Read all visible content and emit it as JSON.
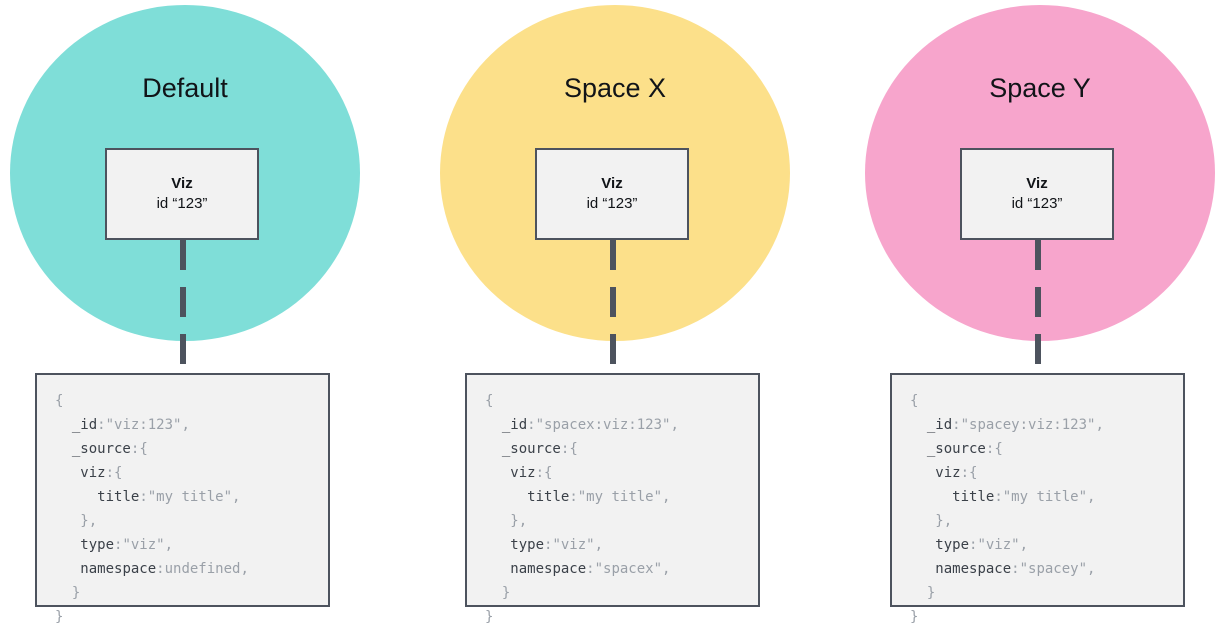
{
  "colors": {
    "teal": "#7fded8",
    "yellow": "#fce08a",
    "pink": "#f7a5cc",
    "box_fill": "#f2f2f2",
    "box_border": "#4d535e",
    "code_key": "#3b4149",
    "code_value": "#9aa0a8",
    "title_text": "#111418"
  },
  "panels": [
    {
      "space_title": "Default",
      "circle_color": "#7fded8",
      "node": {
        "title": "Viz",
        "subtitle": "id “123”"
      },
      "document": {
        "open_brace": "{",
        "close_brace": "}",
        "lines": [
          {
            "indent": "  ",
            "key": "_id",
            "colon": ":",
            "value": "\"viz:123\"",
            "comma": ","
          },
          {
            "indent": "  ",
            "key": "_source",
            "colon": ":",
            "value": "{",
            "comma": ""
          },
          {
            "indent": "   ",
            "key": "viz",
            "colon": ":",
            "value": "{",
            "comma": ""
          },
          {
            "indent": "     ",
            "key": "title",
            "colon": ":",
            "value": "\"my title\"",
            "comma": ","
          },
          {
            "indent": "   ",
            "key": "",
            "colon": "",
            "value": "}",
            "comma": ","
          },
          {
            "indent": "   ",
            "key": "type",
            "colon": ":",
            "value": "\"viz\"",
            "comma": ","
          },
          {
            "indent": "   ",
            "key": "namespace",
            "colon": ":",
            "value": "undefined",
            "comma": ","
          },
          {
            "indent": "  ",
            "key": "",
            "colon": "",
            "value": "}",
            "comma": ""
          }
        ]
      }
    },
    {
      "space_title": "Space X",
      "circle_color": "#fce08a",
      "node": {
        "title": "Viz",
        "subtitle": "id “123”"
      },
      "document": {
        "open_brace": "{",
        "close_brace": "}",
        "lines": [
          {
            "indent": "  ",
            "key": "_id",
            "colon": ":",
            "value": "\"spacex:viz:123\"",
            "comma": ","
          },
          {
            "indent": "  ",
            "key": "_source",
            "colon": ":",
            "value": "{",
            "comma": ""
          },
          {
            "indent": "   ",
            "key": "viz",
            "colon": ":",
            "value": "{",
            "comma": ""
          },
          {
            "indent": "     ",
            "key": "title",
            "colon": ":",
            "value": "\"my title\"",
            "comma": ","
          },
          {
            "indent": "   ",
            "key": "",
            "colon": "",
            "value": "}",
            "comma": ","
          },
          {
            "indent": "   ",
            "key": "type",
            "colon": ":",
            "value": "\"viz\"",
            "comma": ","
          },
          {
            "indent": "   ",
            "key": "namespace",
            "colon": ":",
            "value": "\"spacex\"",
            "comma": ","
          },
          {
            "indent": "  ",
            "key": "",
            "colon": "",
            "value": "}",
            "comma": ""
          }
        ]
      }
    },
    {
      "space_title": "Space Y",
      "circle_color": "#f7a5cc",
      "node": {
        "title": "Viz",
        "subtitle": "id “123”"
      },
      "document": {
        "open_brace": "{",
        "close_brace": "}",
        "lines": [
          {
            "indent": "  ",
            "key": "_id",
            "colon": ":",
            "value": "\"spacey:viz:123\"",
            "comma": ","
          },
          {
            "indent": "  ",
            "key": "_source",
            "colon": ":",
            "value": "{",
            "comma": ""
          },
          {
            "indent": "   ",
            "key": "viz",
            "colon": ":",
            "value": "{",
            "comma": ""
          },
          {
            "indent": "     ",
            "key": "title",
            "colon": ":",
            "value": "\"my title\"",
            "comma": ","
          },
          {
            "indent": "   ",
            "key": "",
            "colon": "",
            "value": "}",
            "comma": ","
          },
          {
            "indent": "   ",
            "key": "type",
            "colon": ":",
            "value": "\"viz\"",
            "comma": ","
          },
          {
            "indent": "   ",
            "key": "namespace",
            "colon": ":",
            "value": "\"spacey\"",
            "comma": ","
          },
          {
            "indent": "  ",
            "key": "",
            "colon": "",
            "value": "}",
            "comma": ""
          }
        ]
      }
    }
  ]
}
